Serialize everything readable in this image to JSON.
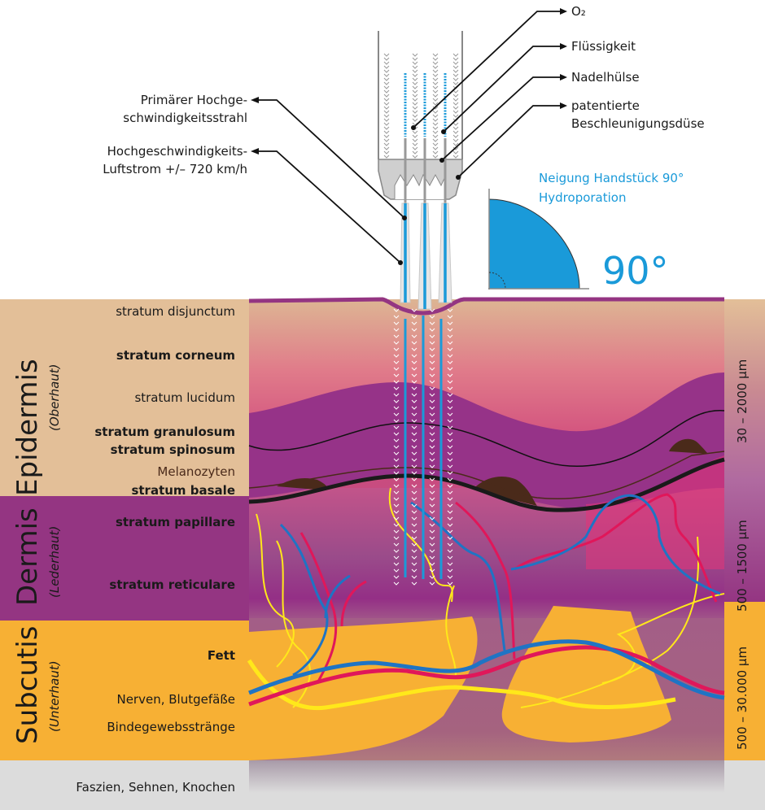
{
  "callouts_right": [
    {
      "label": "O₂"
    },
    {
      "label": "Flüssigkeit"
    },
    {
      "label": "Nadelhülse"
    },
    {
      "label": "patentierte",
      "label2": "Beschleunigungsdüse"
    }
  ],
  "callouts_left": [
    {
      "line1": "Primärer Hochge-",
      "line2": "schwindigkeitsstrahl"
    },
    {
      "line1": "Hochgeschwindigkeits-",
      "line2": "Luftstrom +/– 720 km/h"
    }
  ],
  "angle": {
    "title1": "Neigung Handstück 90°",
    "title2": "Hydroporation",
    "value": "90°",
    "color": "#1a9ad9"
  },
  "layers": {
    "epidermis": {
      "name": "Epidermis",
      "sub": "(Oberhaut)",
      "thickness": "30 – 2000 µm",
      "color": "#e3bf98",
      "strata": [
        {
          "label": "stratum disjunctum",
          "bold": false
        },
        {
          "label": "stratum corneum",
          "bold": true
        },
        {
          "label": "stratum lucidum",
          "bold": false
        },
        {
          "label": "stratum granulosum",
          "bold": true
        },
        {
          "label": "stratum spinosum",
          "bold": true
        },
        {
          "label": "Melanozyten",
          "bold": false
        },
        {
          "label": "stratum basale",
          "bold": true
        }
      ]
    },
    "dermis": {
      "name": "Dermis",
      "sub": "(Lederhaut)",
      "thickness": "500 – 1500 µm",
      "color": "#943582",
      "strata": [
        {
          "label": "stratum papillare",
          "bold": true
        },
        {
          "label": "stratum reticulare",
          "bold": true
        }
      ]
    },
    "subcutis": {
      "name": "Subcutis",
      "sub": "(Unterhaut)",
      "thickness": "500 – 30.000 µm",
      "color": "#f7b034",
      "strata": [
        {
          "label": "Fett",
          "bold": true
        },
        {
          "label": "Nerven, Blutgefäße",
          "bold": false
        },
        {
          "label": "Bindegewebsstränge",
          "bold": false
        }
      ]
    },
    "base": {
      "label": "Faszien, Sehnen, Knochen",
      "color": "#dcdcdc"
    }
  },
  "colors": {
    "artery": "#e0175a",
    "vein": "#1f74c4",
    "nerve": "#ffe81a",
    "melanocyte": "#4a2a1a",
    "jet": "#1a9ad9"
  }
}
